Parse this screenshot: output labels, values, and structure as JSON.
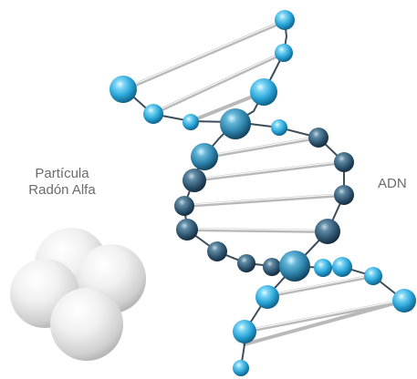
{
  "labels": {
    "particle_line1": "Partícula",
    "particle_line2": "Radón Alfa",
    "dna": "ADN"
  },
  "colors": {
    "nucleotide_light": "#35b5e5",
    "nucleotide_dark": "#2b4c63",
    "alpha_sphere": "#e6e6e6",
    "label_text": "#6b6b6b"
  }
}
